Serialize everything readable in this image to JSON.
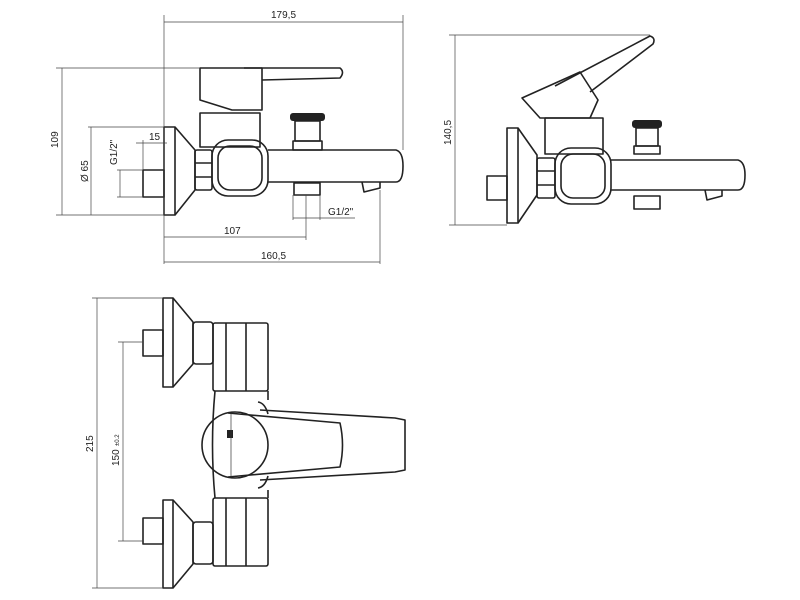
{
  "side_view": {
    "dim_total_length": "179,5",
    "dim_height": "109",
    "dim_flange_diameter": "Ø 65",
    "dim_inlet_thread": "G1/2\"",
    "dim_inlet_depth": "15",
    "dim_outlet_position": "107",
    "dim_spout_length": "160,5",
    "dim_outlet_thread": "G1/2\""
  },
  "perspective_view": {
    "dim_height_lever_up": "140,5"
  },
  "top_view": {
    "dim_total_width": "215",
    "dim_centre_distance": "150",
    "dim_tolerance": "±0.2"
  }
}
